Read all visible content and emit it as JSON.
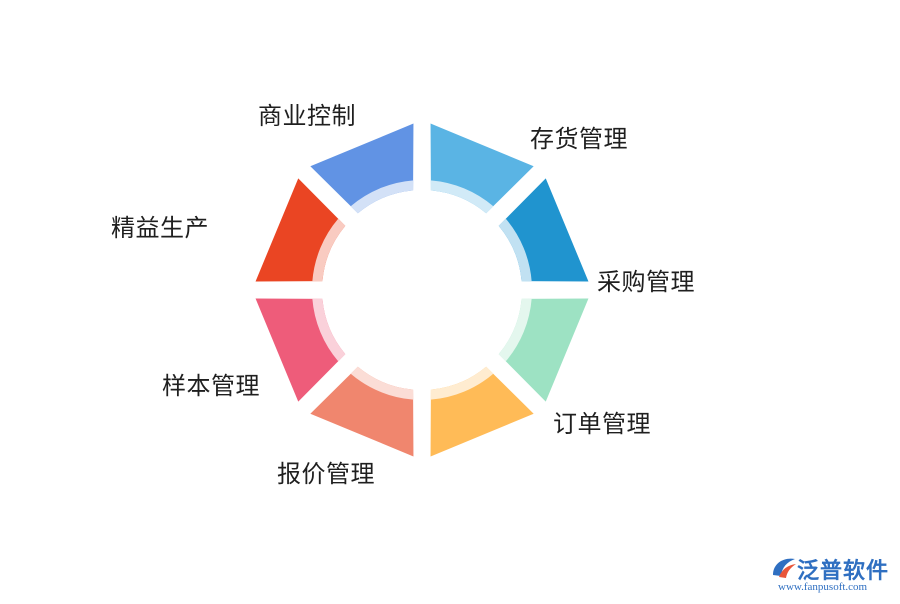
{
  "diagram": {
    "segments": [
      {
        "label": "商业控制",
        "color": "#6193e4"
      },
      {
        "label": "存货管理",
        "color": "#5ab4e4"
      },
      {
        "label": "采购管理",
        "color": "#2094cf"
      },
      {
        "label": "订单管理",
        "color": "#9de2c3"
      },
      {
        "label": "报价管理",
        "color": "#ffbb57"
      },
      {
        "label": "样本管理",
        "color": "#f0866e"
      },
      {
        "label": "精益生产",
        "color": "#ee5c7a"
      },
      {
        "label": "",
        "color": "#ea4523"
      }
    ]
  },
  "branding": {
    "logo_name": "泛普软件",
    "logo_url": "www.fanpusoft.com",
    "logo_color": "#2f6fc1",
    "logo_accent": "#e8563a"
  }
}
